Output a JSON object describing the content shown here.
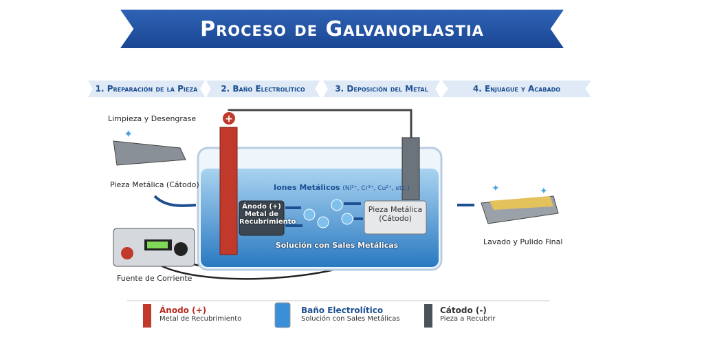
{
  "title": "Proceso de Galvanoplastia",
  "steps": [
    "1. Preparación de la Pieza",
    "2. Baño Electrolítico",
    "3. Deposición del Metal",
    "4. Enjuague y Acabado"
  ],
  "labels": {
    "cleaning": "Limpieza y Desengrase",
    "piece": "Pieza Metálica (Cátodo)",
    "power": "Fuente de Corriente",
    "final": "Lavado y Pulido Final",
    "ions": "Iones Metálicos",
    "ions_detail": "(Ni²⁺, Cr³⁺, Cu²⁺, etc.)",
    "anode_box": [
      "Ánodo (+)",
      "Metal de",
      "Recubrimiento"
    ],
    "cathode_box": [
      "Pieza Metálica",
      "(Cátodo)"
    ],
    "solution": "Solución con Sales Metálicas"
  },
  "legend": [
    {
      "title": "Ánodo (+)",
      "sub": "Metal de Recubrimiento",
      "color": "#b8291f"
    },
    {
      "title": "Baño Electrolítico",
      "sub": "Solución con Sales Metálicas",
      "color": "#1d4f91"
    },
    {
      "title": "Cátodo (-)",
      "sub": "Pieza a Recubrir",
      "color": "#333333"
    }
  ]
}
